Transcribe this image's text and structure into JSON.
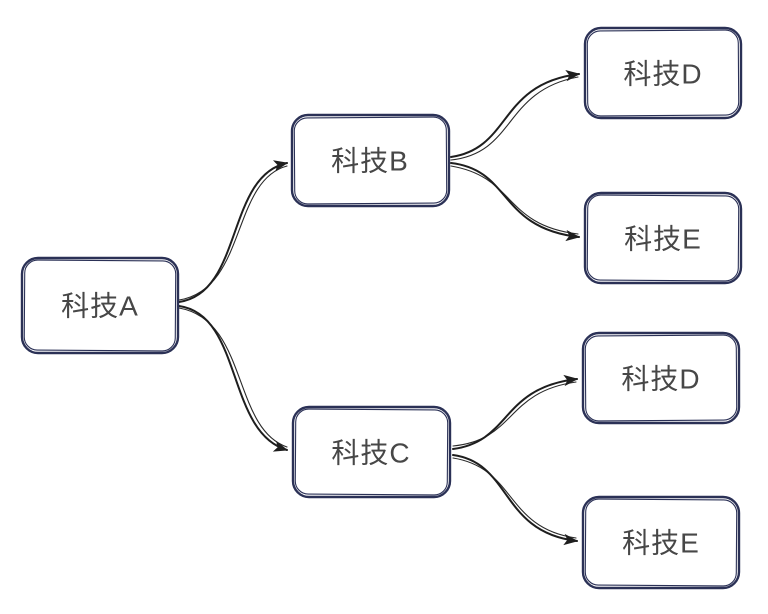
{
  "page": {
    "background_color": "#ffffff",
    "kind": "hand-drawn flowchart"
  },
  "diagram": {
    "type": "tree-flowchart",
    "direction": "left-to-right",
    "colors": {
      "node_border": "#2b3156",
      "node_fill": "#ffffff",
      "edge_stroke": "#1e1e1e",
      "label_text": "#474747"
    },
    "nodes": [
      {
        "id": "a",
        "label": "科技A"
      },
      {
        "id": "b",
        "label": "科技B"
      },
      {
        "id": "c",
        "label": "科技C"
      },
      {
        "id": "d1",
        "label": "科技D"
      },
      {
        "id": "e1",
        "label": "科技E"
      },
      {
        "id": "d2",
        "label": "科技D"
      },
      {
        "id": "e2",
        "label": "科技E"
      }
    ],
    "edges": [
      {
        "from": "科技A",
        "to": "科技B"
      },
      {
        "from": "科技A",
        "to": "科技C"
      },
      {
        "from": "科技B",
        "to": "科技D"
      },
      {
        "from": "科技B",
        "to": "科技E"
      },
      {
        "from": "科技C",
        "to": "科技D"
      },
      {
        "from": "科技C",
        "to": "科技E"
      }
    ]
  }
}
